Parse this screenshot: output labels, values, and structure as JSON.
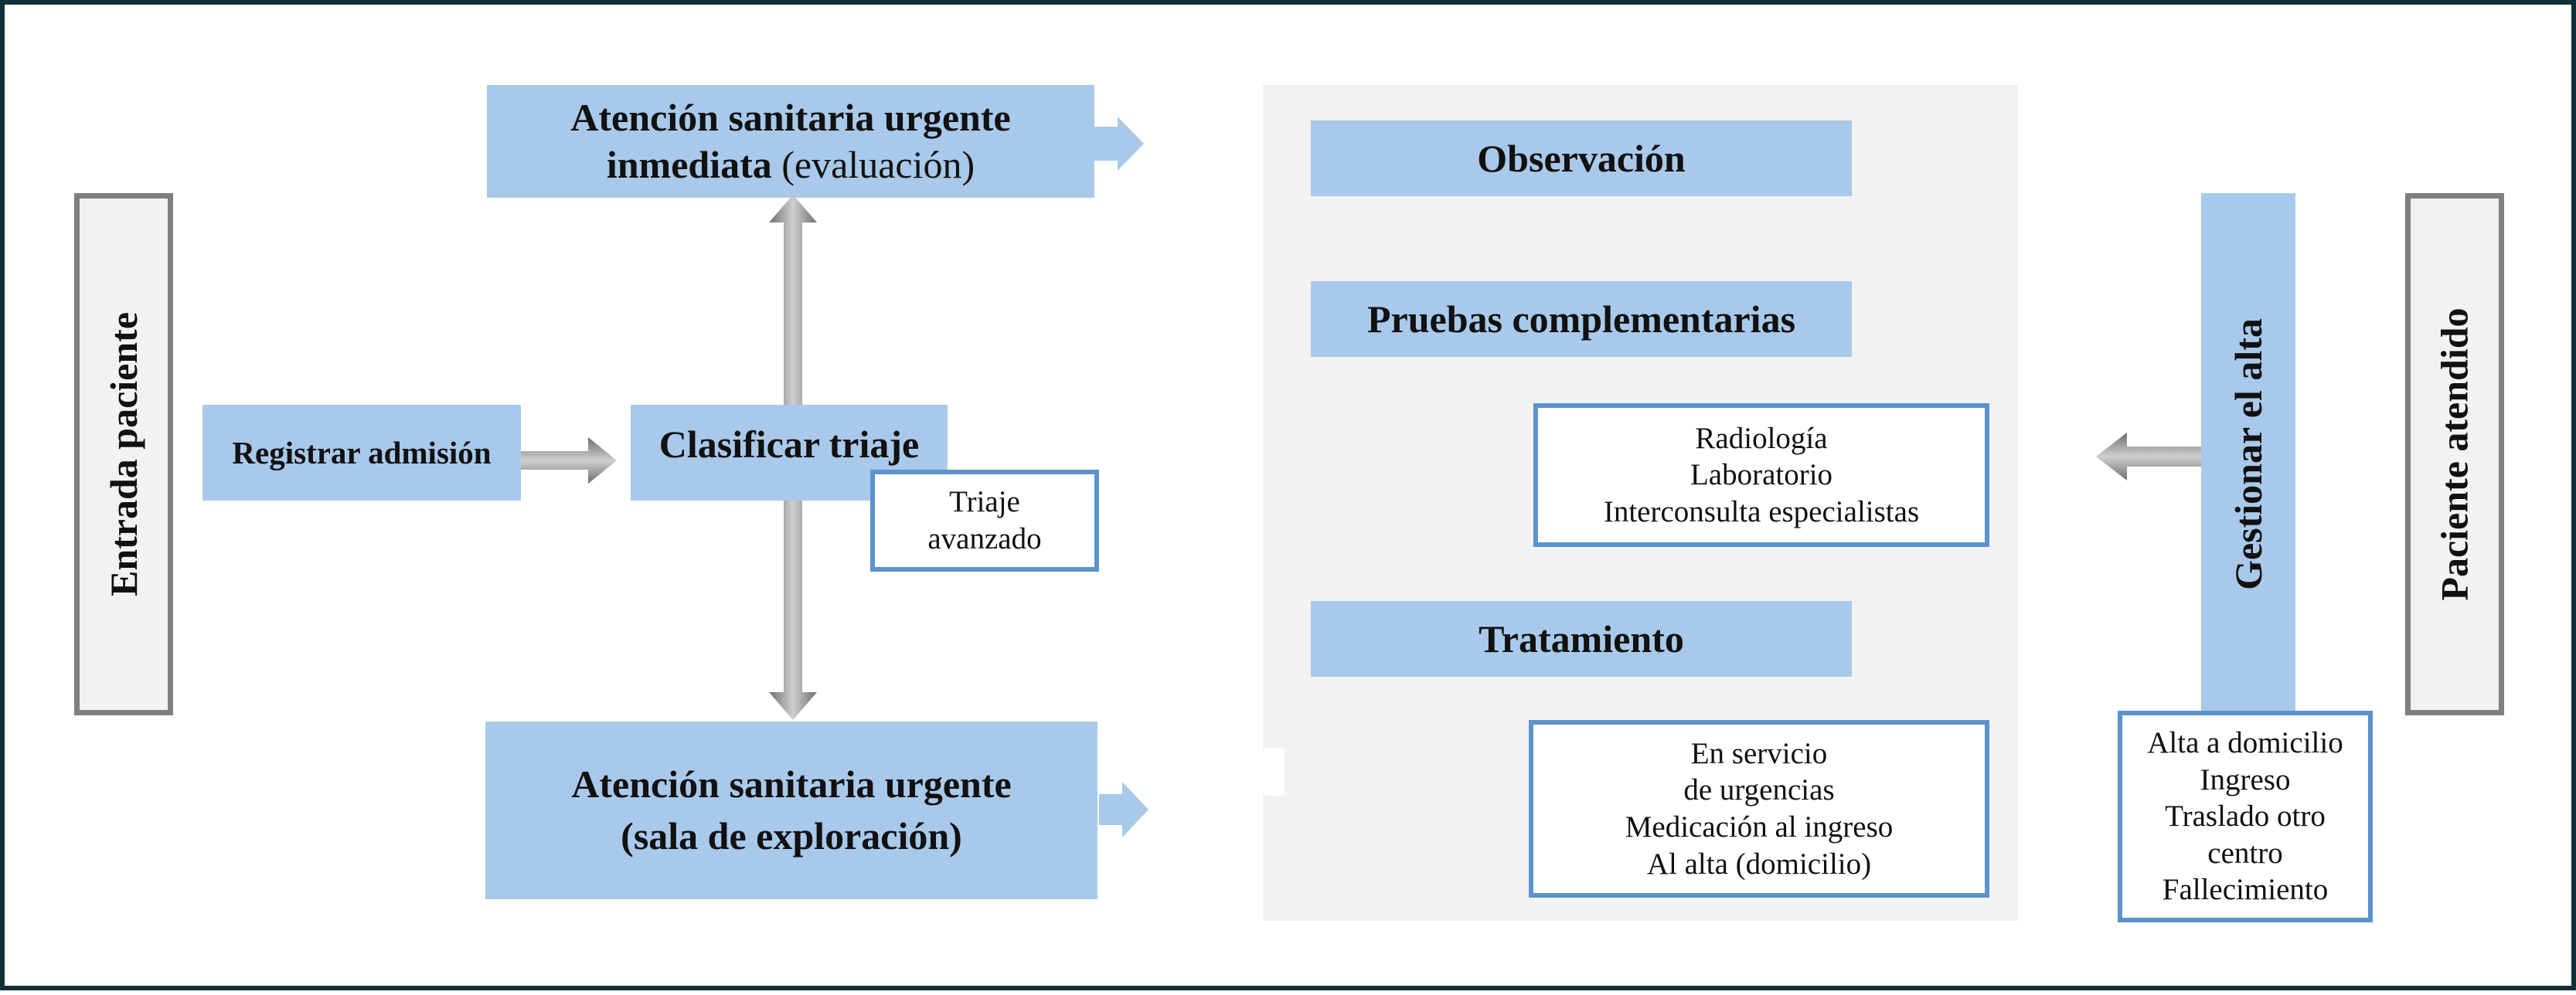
{
  "diagram": {
    "entrada": "Entrada paciente",
    "registrar": "Registrar admisión",
    "clasificar": "Clasificar triaje",
    "triaje_avanzado": [
      "Triaje",
      "avanzado"
    ],
    "atencion_inmediata": {
      "line1": "Atención sanitaria urgente",
      "line2_bold": "inmediata",
      "line2_normal": " (evaluación)"
    },
    "atencion_sala": {
      "line1": "Atención sanitaria urgente",
      "line2": "(sala de exploración)"
    },
    "observacion": "Observación",
    "pruebas": "Pruebas complementarias",
    "pruebas_list": [
      "Radiología",
      "Laboratorio",
      "Interconsulta especialistas"
    ],
    "tratamiento": "Tratamiento",
    "tratamiento_list": [
      "En servicio",
      "de urgencias",
      "Medicación al ingreso",
      "Al alta (domicilio)"
    ],
    "gestionar": "Gestionar el alta",
    "alta_list": [
      "Alta a domicilio",
      "Ingreso",
      "Traslado otro",
      "centro",
      "Fallecimiento"
    ],
    "paciente_atendido": "Paciente atendido"
  }
}
